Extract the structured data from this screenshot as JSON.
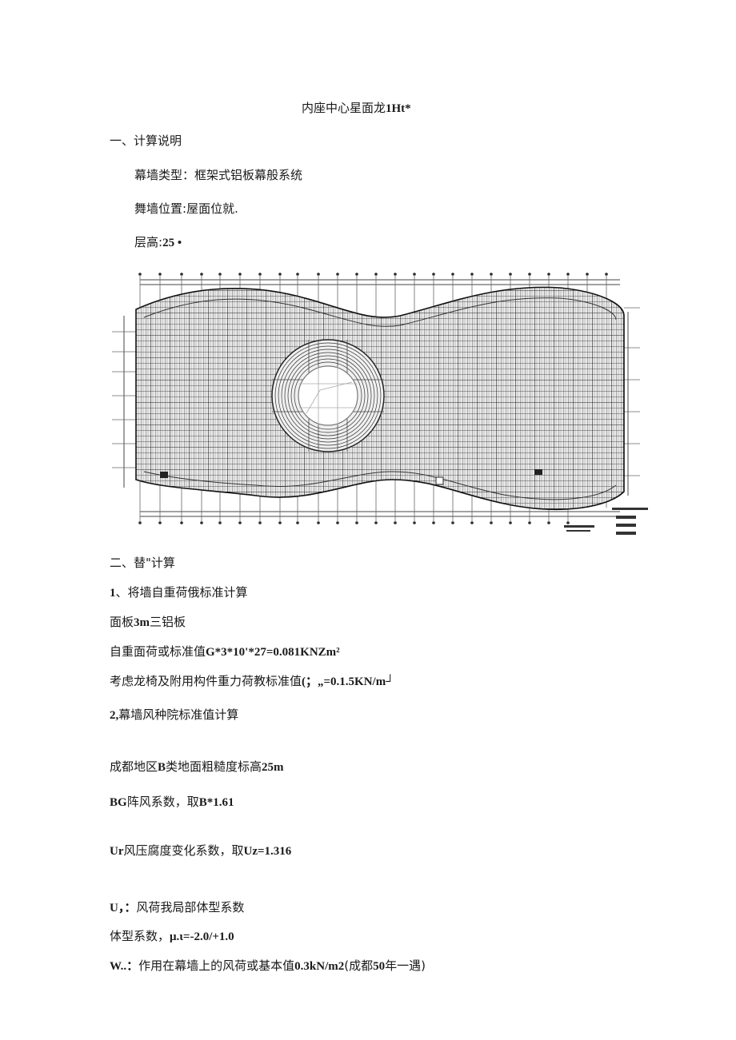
{
  "document": {
    "title_cn": "内座中心星面龙",
    "title_suffix": "1Ht*",
    "section1": {
      "heading": "一、计算说明",
      "items": [
        {
          "label": "幕墙类型：",
          "value": "框架式铝板幕般系统"
        },
        {
          "label": "舞墙位置:",
          "value": "屋面位就."
        },
        {
          "label": "层高:",
          "value": "25 •"
        }
      ]
    },
    "drawing": {
      "description": "屋面幕墙平面布置图 (CAD roof plan with central circular opening)",
      "legend_rows": 4
    },
    "section2": {
      "heading": "二、替\"计算",
      "sub1": {
        "heading_num": "1",
        "heading_text": "、将墙自重荷俄标准计算",
        "lines": [
          {
            "cn": "面板",
            "num": "3m",
            "cn2": "三铝板"
          },
          {
            "cn": "自重面荷或标准值",
            "num": "G*3*10'*27=0.081KNZm²"
          },
          {
            "cn": "考虑龙椅及附用构件重力荷教标准值",
            "num": "(；„=0.1.5KN/m┘"
          }
        ]
      },
      "sub2": {
        "heading_num": "2,",
        "heading_text": "幕墙风种院标准值计算",
        "lines": [
          {
            "cn": "成都地区",
            "num": "B",
            "cn2": "类地面粗糙度标高",
            "num2": "25m"
          },
          {
            "num": "BG",
            "cn": "阵风系数，取",
            "num2": "B*1.61"
          },
          {
            "num": "Ur",
            "cn": "风压腐度变化系数，取",
            "num2": "Uz=1.316"
          },
          {
            "num": "U，：",
            "cn": "风荷我局部体型系数"
          },
          {
            "cn": "体型系数，",
            "num": "μ.ι=-2.0/+1.0"
          },
          {
            "num": "W..：",
            "cn": "作用在幕墙上的风荷或基本值",
            "num2": "0.3kN/m2",
            "cn2": "(成都",
            "num3": "50",
            "cn3": "年一遇)"
          }
        ]
      }
    }
  }
}
